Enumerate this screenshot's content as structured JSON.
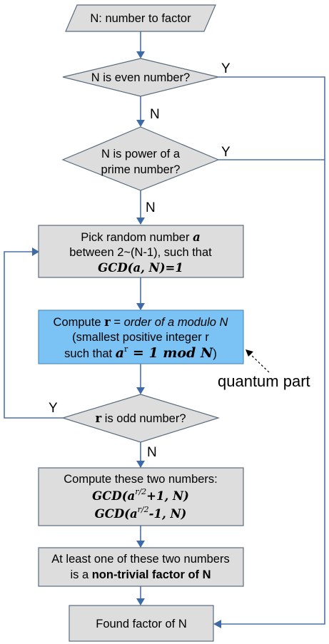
{
  "nodes": {
    "input": "N: number to factor",
    "even_check": "N is even number?",
    "power_check": {
      "line1": "N is power of a",
      "line2": "prime number?"
    },
    "pick": {
      "line1_prefix": "Pick random number ",
      "line1_var": "a",
      "line2": "between 2~(N-1), such that",
      "line3": "GCD(a, N)=1"
    },
    "compute_order": {
      "line1_prefix": "Compute ",
      "line1_var": "r",
      "line1_eq": " = ",
      "line1_italic": "order of a modulo N",
      "line2": "(smallest positive integer r",
      "line3_prefix": "such that ",
      "line3_base": "a",
      "line3_sup": "r",
      "line3_rest": " = 1  mod N",
      "line3_close": ")"
    },
    "odd_check": {
      "var": "r",
      "text": " is odd number?"
    },
    "compute_two": {
      "line1": "Compute these two numbers:",
      "gcd1_pre": "GCD(a",
      "gcd1_sup": "r/2",
      "gcd1_post": "+1, N)",
      "gcd2_pre": "GCD(a",
      "gcd2_sup": "r/2",
      "gcd2_post": "-1, N)"
    },
    "factor": {
      "line1": "At least one of these two numbers",
      "line2_prefix": "is a ",
      "line2_bold": "non-trivial factor of N"
    },
    "output": "Found factor of N"
  },
  "edge_labels": {
    "even_yes": "Y",
    "even_no": "N",
    "power_yes": "Y",
    "power_no": "N",
    "odd_yes": "Y",
    "odd_no": "N"
  },
  "annotation": "quantum part",
  "colors": {
    "gray_fill": "#dddddd",
    "blue_fill": "#7cc3f5",
    "line": "#4a72a8"
  }
}
